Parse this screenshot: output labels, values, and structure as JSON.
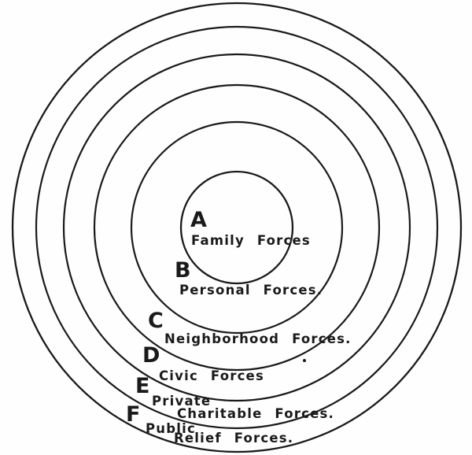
{
  "diagram": {
    "description": "Concentric circles diagram of forces",
    "ink_color": "#1a1a1a",
    "background_color": "#fefefe",
    "rings": [
      {
        "letter": "A",
        "lines": [
          "Family Forces"
        ]
      },
      {
        "letter": "B",
        "lines": [
          "Personal Forces."
        ]
      },
      {
        "letter": "C",
        "lines": [
          "Neighborhood Forces."
        ]
      },
      {
        "letter": "D",
        "lines": [
          "Civic Forces"
        ]
      },
      {
        "letter": "E",
        "lines": [
          "Private",
          "Charitable Forces."
        ]
      },
      {
        "letter": "F",
        "lines": [
          "Public",
          "Relief Forces."
        ]
      }
    ]
  }
}
